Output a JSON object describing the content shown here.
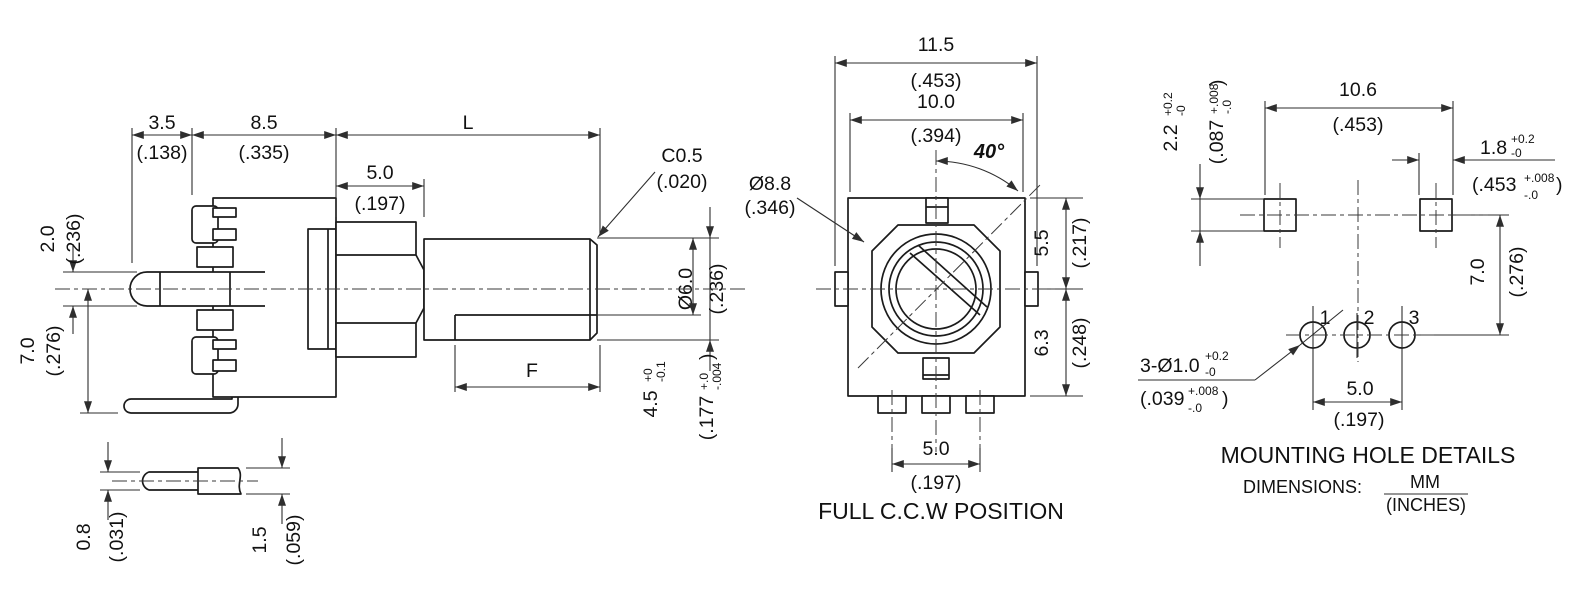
{
  "labels": {
    "caption": "FULL C.C.W POSITION",
    "mounting_title": "MOUNTING HOLE DETAILS",
    "dimensions": "DIMENSIONS:",
    "mm": "MM",
    "inches": "(INCHES)"
  },
  "side": {
    "d35mm": "3.5",
    "d35in": "(.138)",
    "d85mm": "8.5",
    "d85in": "(.335)",
    "L": "L",
    "d50mm": "5.0",
    "d50in": "(.197)",
    "d20mm": "2.0",
    "d20in": "(.236)",
    "d70mm": "7.0",
    "d70in": "(.276)",
    "c05mm": "C0.5",
    "c05in": "(.020)",
    "dia6mm": "Ø6.0",
    "dia6in": "(.236)",
    "F": "F",
    "d45mm": "4.5",
    "d45tp": "+0",
    "d45tm": "-0.1",
    "d45in": "(.177",
    "d45itp": "+.0",
    "d45itm": "-.004",
    "d45ic": ")",
    "d08mm": "0.8",
    "d08in": "(.031)",
    "d15mm": "1.5",
    "d15in": "(.059)"
  },
  "front": {
    "d115mm": "11.5",
    "d115in": "(.453)",
    "d100mm": "10.0",
    "d100in": "(.394)",
    "angle": "40°",
    "dia88mm": "Ø8.8",
    "dia88in": "(.346)",
    "d55mm": "5.5",
    "d55in": "(.217)",
    "d63mm": "6.3",
    "d63in": "(.248)",
    "d50mm": "5.0",
    "d50in": "(.197)"
  },
  "mount": {
    "d22mm": "2.2",
    "d22tp": "+0.2",
    "d22tm": "-0",
    "d22in": "(.087",
    "d22itp": "+.008",
    "d22itm": "-.0",
    "d22ic": ")",
    "d106mm": "10.6",
    "d106in": "(.453)",
    "d18mm": "1.8",
    "d18tp": "+0.2",
    "d18tm": "-0",
    "d18in": "(.453",
    "d18itp": "+.008",
    "d18itm": "-.0",
    "d18ic": ")",
    "d70mm": "7.0",
    "d70in": "(.276)",
    "d50mm": "5.0",
    "d50in": "(.197)",
    "holes": "3-Ø1.0",
    "holestp": "+0.2",
    "holestm": "-0",
    "holesin": "(.039",
    "holesitp": "+.008",
    "holesitm": "-.0",
    "holesic": ")",
    "pin1": "1",
    "pin2": "2",
    "pin3": "3"
  },
  "colors": {
    "line": "#1b1b1b",
    "dim": "#2e2e2e",
    "background": "#ffffff"
  }
}
